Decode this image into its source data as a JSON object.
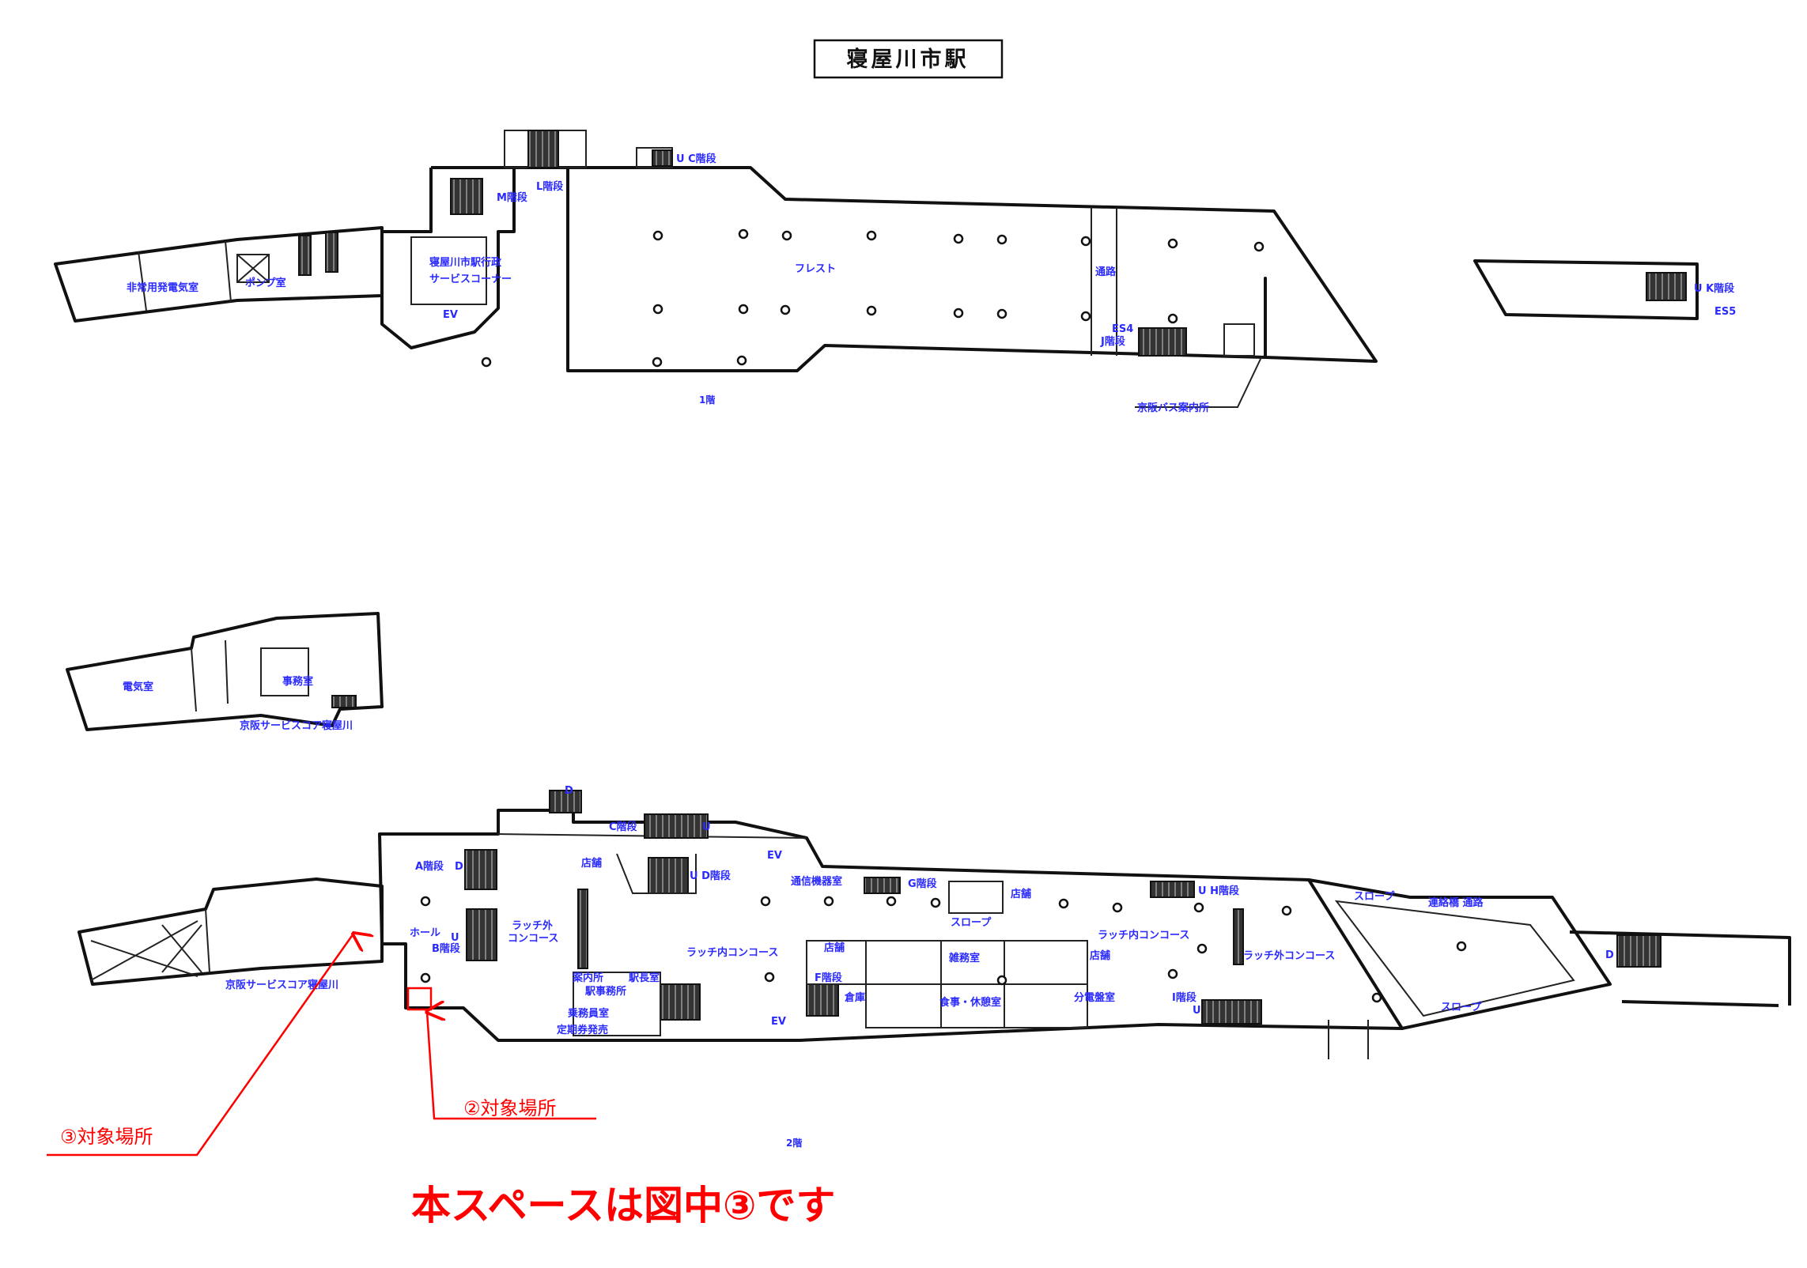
{
  "title": "寝屋川市駅",
  "floors": {
    "f1": "1階",
    "f2": "2階"
  },
  "labels_1f": [
    "非常用発電気室",
    "ポンプ室",
    "寝屋川市駅行政",
    "サービスコーナー",
    "EV",
    "L階段",
    "M階段",
    "U C階段",
    "フレスト",
    "通路",
    "ES4",
    "J階段",
    "京阪バス案内所",
    "U K階段",
    "ES5"
  ],
  "labels_2f_upper": [
    "電気室",
    "事務室",
    "京阪サービスコア寝屋川"
  ],
  "labels_2f": [
    "D",
    "C階段",
    "U",
    "A階段",
    "D",
    "店舗",
    "U D階段",
    "EV",
    "通信機器室",
    "G階段",
    "店舗",
    "スロープ",
    "U H階段",
    "ラッチ内コンコース",
    "ラッチ外コンコース",
    "スロープ",
    "連絡橋 通路",
    "ホール",
    "U",
    "B階段",
    "ラッチ外",
    "コンコース",
    "ラッチ内コンコース",
    "店舗",
    "案内所",
    "駅長室",
    "駅事務所",
    "乗務員室",
    "定期券発売",
    "F階段",
    "倉庫",
    "雑務室",
    "店舗",
    "食事・休憩室",
    "分電盤室",
    "I階段",
    "U",
    "スロープ",
    "京阪サービスコア寝屋川",
    "EV",
    "D"
  ],
  "annotations": {
    "target2": "②対象場所",
    "target3": "③対象場所"
  },
  "note": "本スペースは図中③です",
  "colors": {
    "label": "#2a2aff",
    "annotation": "#ff0000",
    "wall": "#111111"
  }
}
